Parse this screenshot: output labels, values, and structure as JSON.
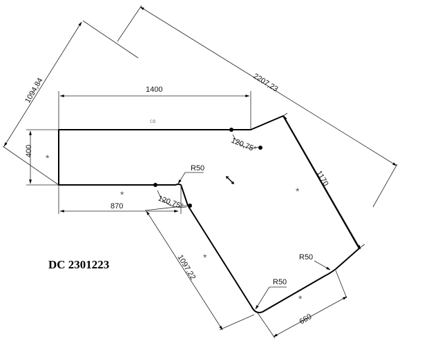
{
  "title": "DC 2301223",
  "small_label": "CB",
  "marker": "*",
  "dimensions": {
    "overall_diagonal": "2207,23",
    "left_diagonal": "1094,84",
    "top_width": "1400",
    "left_height": "400",
    "bottom_left": "870",
    "inner_diagonal": "1097,22",
    "right_diagonal": "1170",
    "bottom_end": "660",
    "angle_top": "120,75°",
    "angle_inner": "120,75°",
    "radius_inner": "R50",
    "radius_right": "R50",
    "radius_bottom": "R50"
  }
}
